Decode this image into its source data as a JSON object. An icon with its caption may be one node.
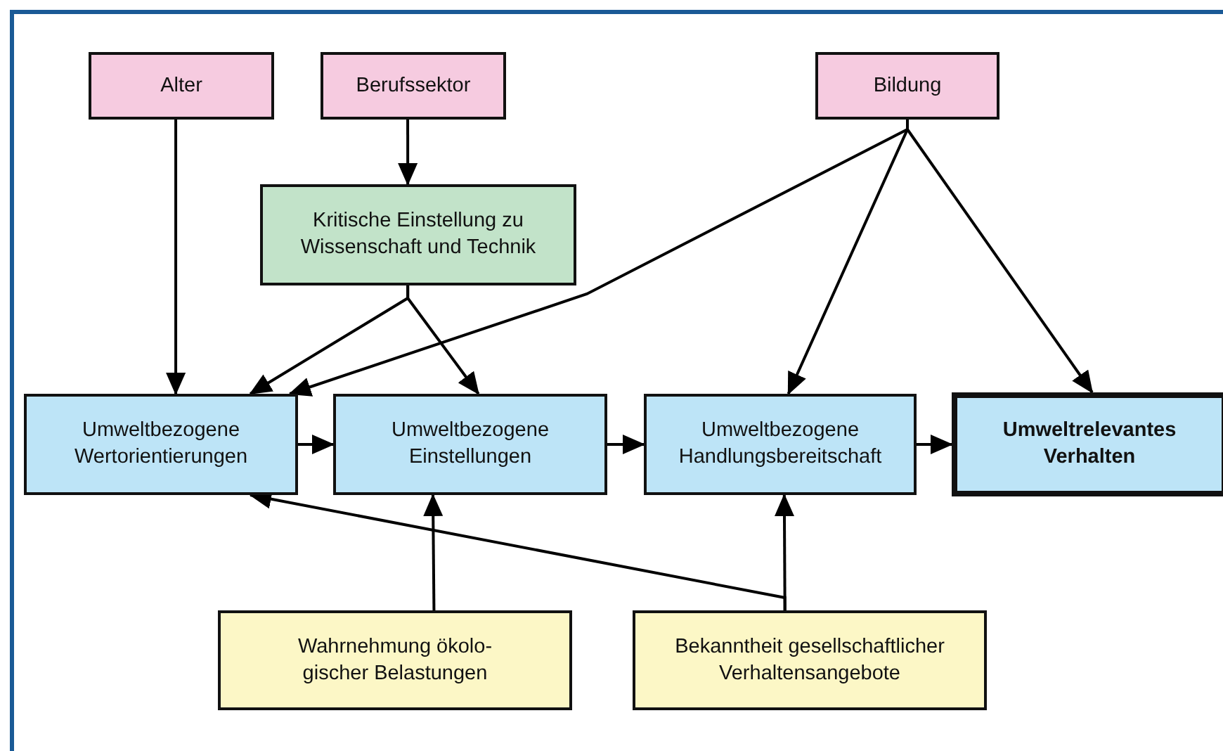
{
  "diagram": {
    "nodes": [
      {
        "text": [
          "Alter"
        ]
      },
      {
        "text": [
          "Berufssektor"
        ]
      },
      {
        "text": [
          "Bildung"
        ]
      },
      {
        "text": [
          "Kritische Einstellung zu Wissenschaft und Technik"
        ]
      },
      {
        "text": [
          "Umweltbezogene Wertorientierungen"
        ]
      },
      {
        "text": [
          "Umweltbezogene Einstellungen"
        ]
      },
      {
        "text": [
          "Umweltbezogene Handlungsbereitschaft"
        ]
      },
      {
        "text": [
          "Umweltrelevantes Verhalten"
        ]
      },
      {
        "text": [
          "Wahrnehmung ökolo- gischer Belastungen"
        ]
      },
      {
        "text": [
          "Bekanntheit gesellschaftlicher Verhaltensangebote"
        ]
      }
    ],
    "edges": [
      {
        "from": 0,
        "to": 4,
        "arrow": "to"
      },
      {
        "from": 1,
        "to": 3,
        "arrow": "to"
      },
      {
        "from": 3,
        "to": 4,
        "arrow": "to"
      },
      {
        "from": 3,
        "to": 5,
        "arrow": "to"
      },
      {
        "from": 2,
        "to": 4,
        "arrow": "to"
      },
      {
        "from": 2,
        "to": 6,
        "arrow": "to"
      },
      {
        "from": 2,
        "to": 7,
        "arrow": "to"
      },
      {
        "from": 4,
        "to": 5,
        "arrow": "to"
      },
      {
        "from": 5,
        "to": 6,
        "arrow": "to"
      },
      {
        "from": 6,
        "to": 7,
        "arrow": "to"
      },
      {
        "from": 8,
        "to": 5,
        "arrow": "to"
      },
      {
        "from": 9,
        "to": 6,
        "arrow": "to"
      },
      {
        "from": 9,
        "to": 4,
        "arrow": "to"
      }
    ]
  }
}
